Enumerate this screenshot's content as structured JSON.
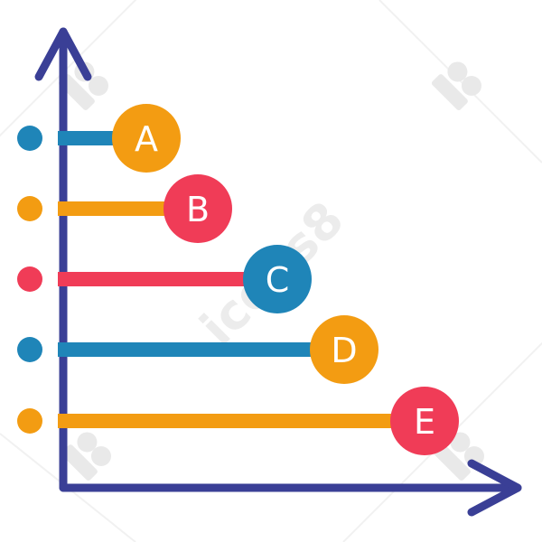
{
  "watermark": {
    "text": "icons8"
  },
  "colors": {
    "axis": "#3a3f96",
    "blue": "#1f85b8",
    "orange": "#f39c12",
    "red": "#f03c57",
    "label_text": "#ffffff"
  },
  "bars": [
    {
      "label": "A",
      "color": "blue",
      "circle_color": "orange",
      "value": 1
    },
    {
      "label": "B",
      "color": "orange",
      "circle_color": "red",
      "value": 2
    },
    {
      "label": "C",
      "color": "red",
      "circle_color": "blue",
      "value": 3
    },
    {
      "label": "D",
      "color": "blue",
      "circle_color": "orange",
      "value": 4
    },
    {
      "label": "E",
      "color": "orange",
      "circle_color": "red",
      "value": 5
    }
  ]
}
